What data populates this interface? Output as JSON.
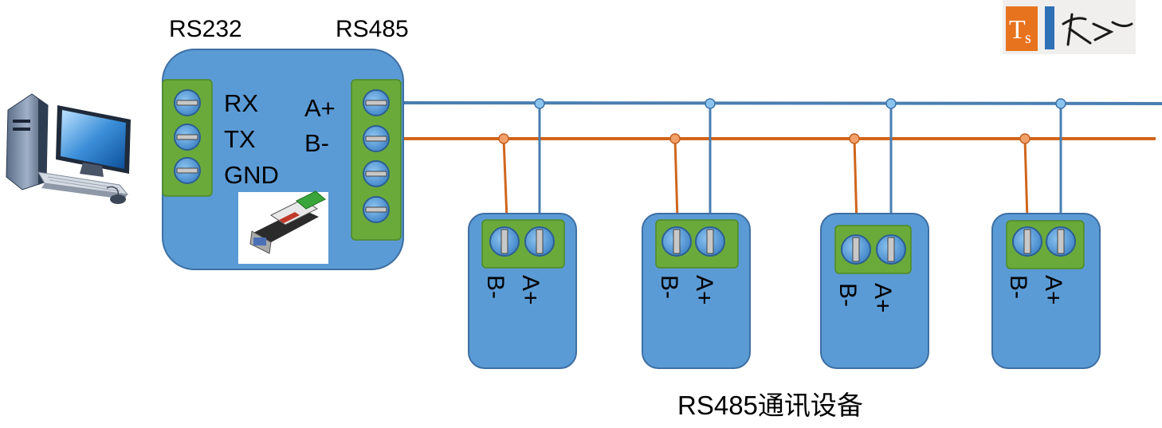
{
  "converter": {
    "rs232_title": "RS232",
    "rs485_title": "RS485",
    "rs232_pins": [
      "RX",
      "TX",
      "GND"
    ],
    "rs485_pins": [
      "A+",
      "B-"
    ]
  },
  "devices": [
    {
      "pin_b": "B-",
      "pin_a": "A+"
    },
    {
      "pin_b": "B-",
      "pin_a": "A+"
    },
    {
      "pin_b": "B-",
      "pin_a": "A+"
    },
    {
      "pin_b": "B-",
      "pin_a": "A+"
    }
  ],
  "caption": "RS485通讯设备",
  "colors": {
    "box_fill": "#5b9bd5",
    "terminal_green": "#6aaa3a",
    "line_a": "#4a7eb0",
    "line_b": "#d0661c"
  },
  "icons": [
    "desktop-computer-icon",
    "rs232-rs485-converter-photo",
    "logo"
  ]
}
